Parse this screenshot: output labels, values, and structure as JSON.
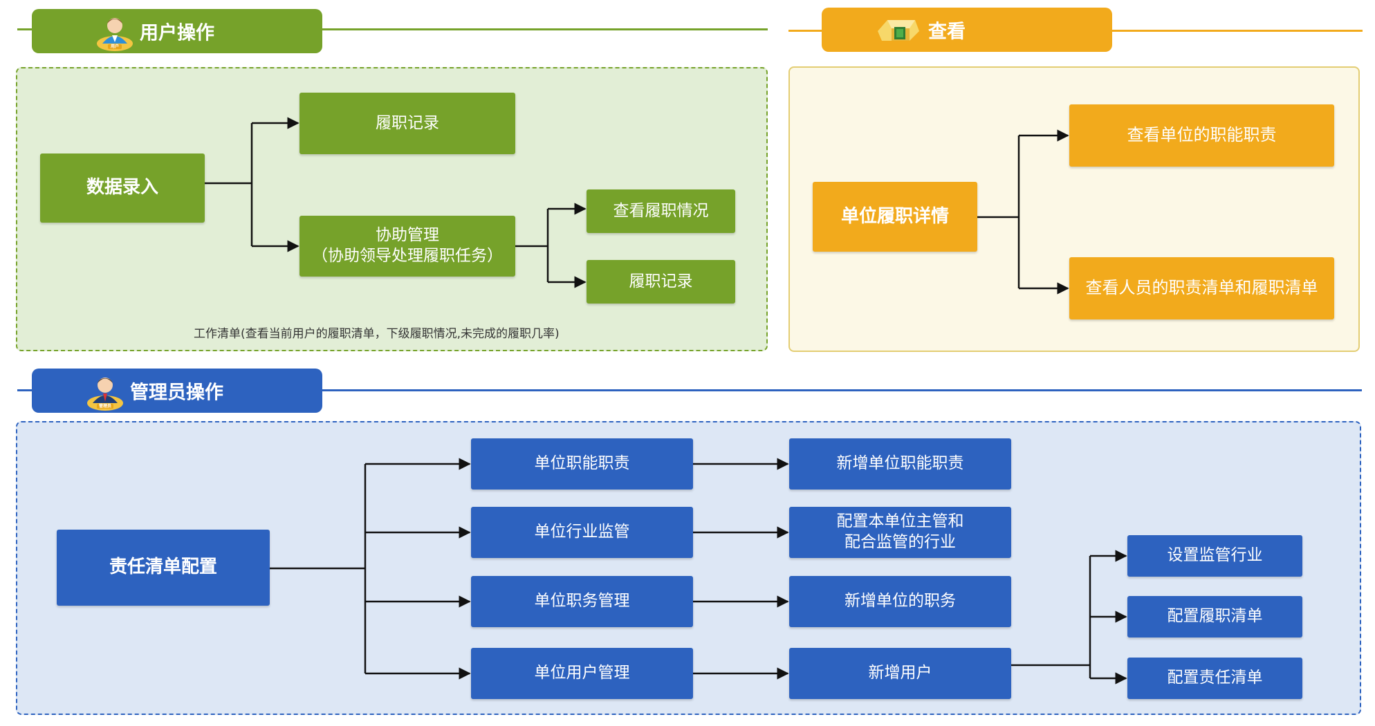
{
  "sections": {
    "user": {
      "title": "用户操作",
      "icon": "user-avatar-icon",
      "icon_badge": "用户"
    },
    "view": {
      "title": "查看",
      "icon": "gold-ingot-icon"
    },
    "admin": {
      "title": "管理员操作",
      "icon": "admin-avatar-icon",
      "icon_badge": "管理员"
    }
  },
  "user_panel": {
    "data_entry": "数据录入",
    "duty_record_1": "履职记录",
    "assist_manage": "协助管理\n（协助领导处理履职任务）",
    "view_duty_status": "查看履职情况",
    "duty_record_2": "履职记录",
    "footnote": "工作清单(查看当前用户的履职清单，下级履职情况,未完成的履职几率)"
  },
  "view_panel": {
    "unit_detail": "单位履职详情",
    "view_unit_duties": "查看单位的职能职责",
    "view_person_lists": "查看人员的职责清单和履职清单"
  },
  "admin_panel": {
    "config": "责任清单配置",
    "unit_functions": "单位职能职责",
    "unit_supervision": "单位行业监管",
    "unit_posts": "单位职务管理",
    "unit_users": "单位用户管理",
    "add_unit_functions": "新增单位职能职责",
    "config_supervision": "配置本单位主管和\n配合监管的行业",
    "add_unit_post": "新增单位的职务",
    "add_user": "新增用户",
    "set_industry": "设置监管行业",
    "config_duty_list": "配置履职清单",
    "config_resp_list": "配置责任清单"
  },
  "colors": {
    "green": "#76a22a",
    "green_bg": "#e2eed6",
    "orange": "#f2aa1c",
    "orange_bg": "#fcf8e6",
    "blue": "#2d62bf",
    "blue_bg": "#dde7f5"
  }
}
